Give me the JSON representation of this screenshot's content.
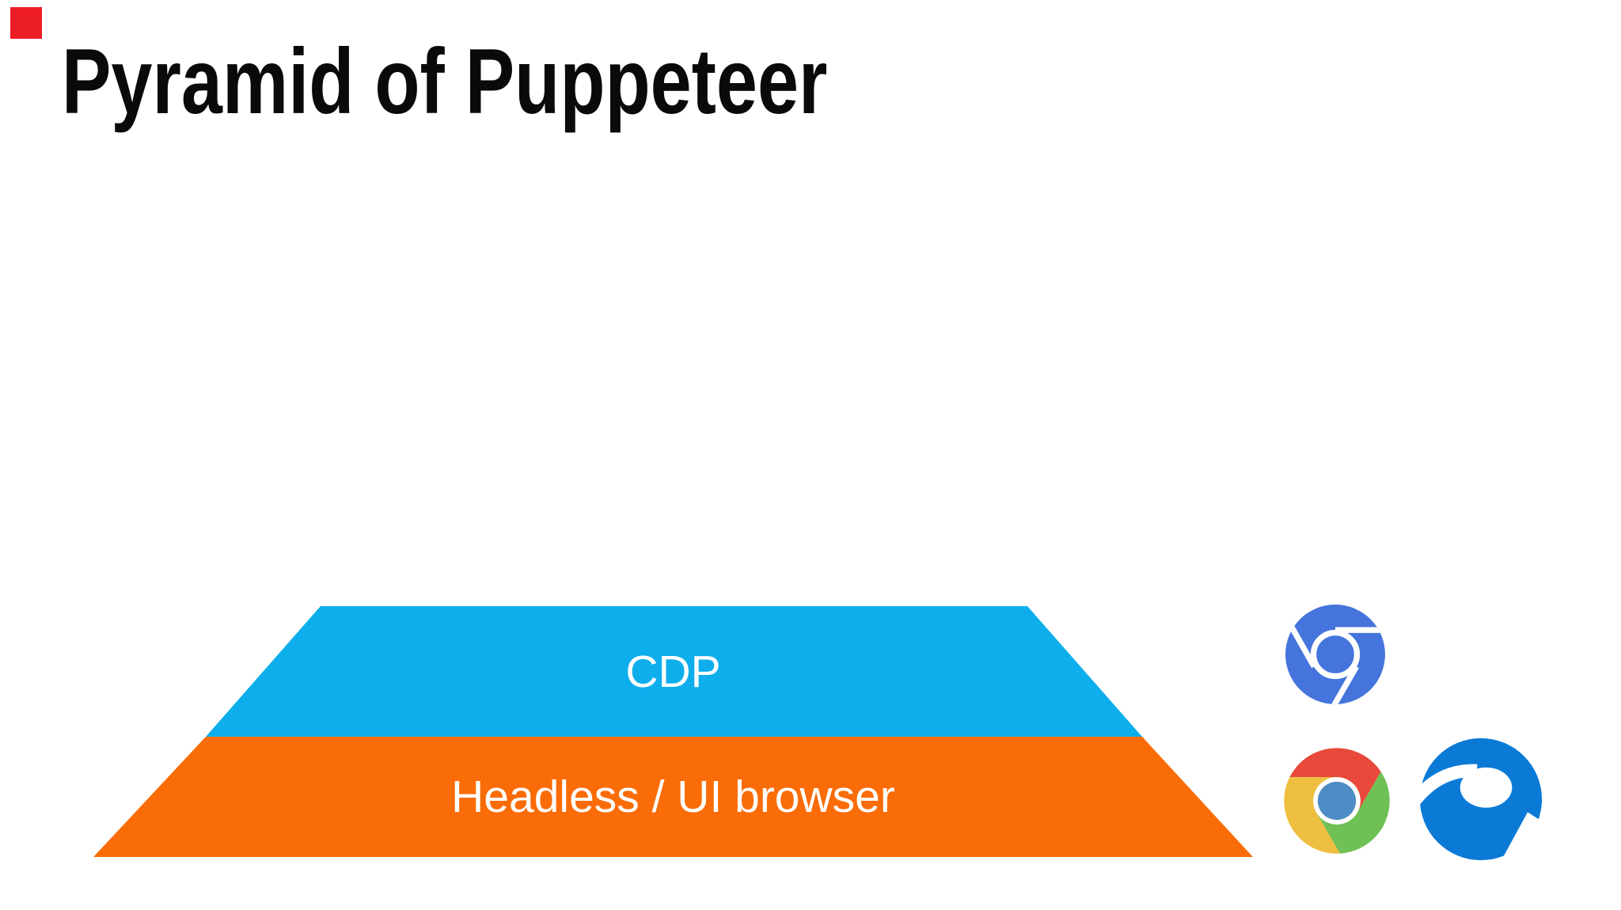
{
  "slide": {
    "title": "Pyramid of Puppeteer",
    "title_color": "#0a0a0a",
    "background": "#ffffff",
    "marker_color": "#ec1d25"
  },
  "pyramid": {
    "type": "layered-pyramid",
    "layers": [
      {
        "id": "cdp",
        "label": "CDP",
        "color": "#0daeeb",
        "text_color": "#ffffff"
      },
      {
        "id": "browser",
        "label": "Headless / UI browser",
        "color": "#fa6c07",
        "text_color": "#ffffff"
      }
    ]
  },
  "icons": {
    "chromium": {
      "name": "Chromium browser logo",
      "color": "#4474dc"
    },
    "chrome": {
      "name": "Chrome browser logo",
      "red": "#e8493a",
      "yellow": "#eebe40",
      "green": "#6fc055",
      "hub": "#4e8cc7"
    },
    "edge": {
      "name": "Edge browser logo",
      "color": "#0b7ad7"
    }
  }
}
